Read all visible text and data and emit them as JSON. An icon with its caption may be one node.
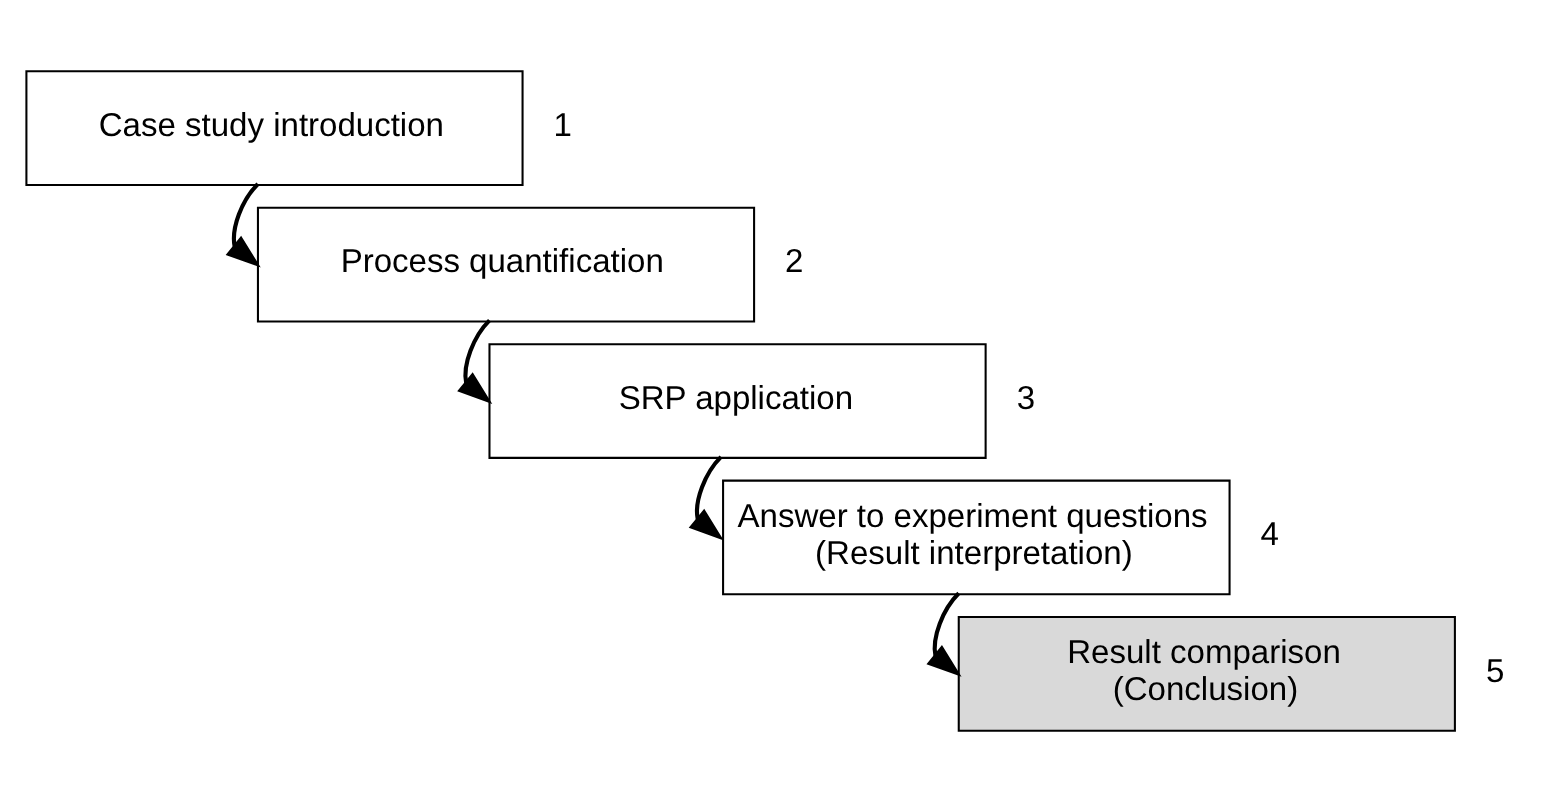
{
  "diagram": {
    "nodes": [
      {
        "text": [
          "Case study introduction"
        ],
        "beside": [
          "1"
        ]
      },
      {
        "text": [
          "Process quantification"
        ],
        "beside": [
          "2"
        ]
      },
      {
        "text": [
          "SRP application"
        ],
        "beside": [
          "3"
        ]
      },
      {
        "text": [
          "Answer to experiment questions (Result interpretation)"
        ],
        "beside": [
          "4"
        ]
      },
      {
        "text": [
          "Result comparison (Conclusion)"
        ],
        "beside": [
          "5"
        ]
      }
    ],
    "edges": [
      {
        "from": 0,
        "to": 1,
        "arrow": "to"
      },
      {
        "from": 1,
        "to": 2,
        "arrow": "to"
      },
      {
        "from": 2,
        "to": 3,
        "arrow": "to"
      },
      {
        "from": 3,
        "to": 4,
        "arrow": "to"
      }
    ]
  }
}
